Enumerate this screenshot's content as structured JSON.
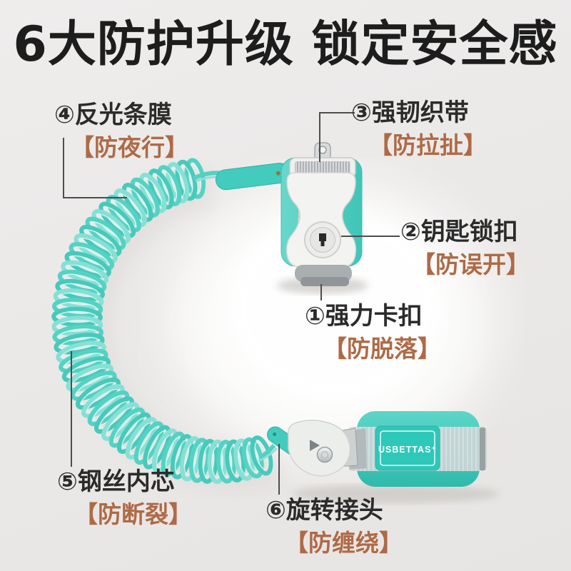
{
  "theme": {
    "background": "#ecebe9",
    "title_color": "#1d1d1d",
    "label_color": "#2b2b2b",
    "accent_color": "#ae6a46",
    "teal": "#4ecfc1",
    "line_color": "#4d4d4d"
  },
  "title": "6大防护升级 锁定安全感",
  "features": [
    {
      "label": "①强力卡扣",
      "benefit": "【防脱落】"
    },
    {
      "label": "②钥匙锁扣",
      "benefit": "【防误开】"
    },
    {
      "label": "③强韧织带",
      "benefit": "【防拉扯】"
    },
    {
      "label": "④反光条膜",
      "benefit": "【防夜行】"
    },
    {
      "label": "⑤钢丝内芯",
      "benefit": "【防断裂】"
    },
    {
      "label": "⑥旋转接头",
      "benefit": "【防缠绕】"
    }
  ],
  "product": {
    "brand": "USBETTAS⁺"
  }
}
